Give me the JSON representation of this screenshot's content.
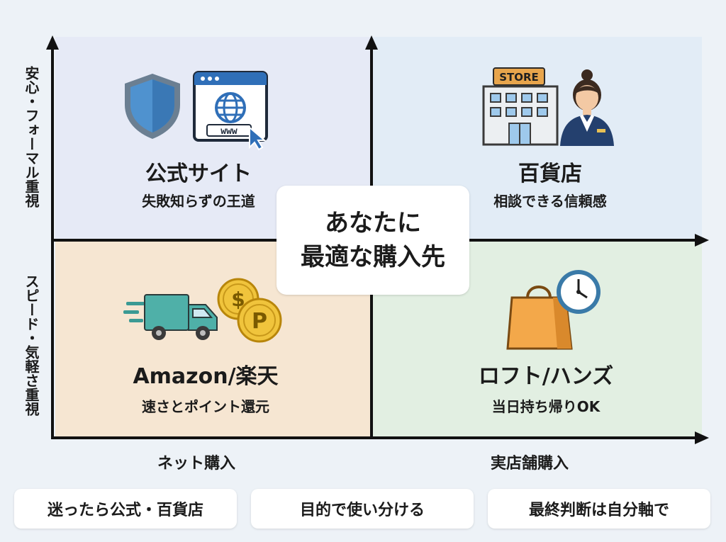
{
  "axes": {
    "y_top": "安心・フォーマル重視",
    "y_bottom": "スピード・気軽さ重視",
    "x_left": "ネット購入",
    "x_right": "実店舗購入"
  },
  "center": {
    "line1": "あなたに",
    "line2": "最適な購入先"
  },
  "quadrants": {
    "top_left": {
      "title": "公式サイト",
      "subtitle": "失敗知らずの王道",
      "icon_text": "www"
    },
    "top_right": {
      "title": "百貨店",
      "subtitle": "相談できる信頼感",
      "icon_text": "STORE"
    },
    "bottom_left": {
      "title": "Amazon/楽天",
      "subtitle": "速さとポイント還元",
      "coin1": "$",
      "coin2": "P"
    },
    "bottom_right": {
      "title": "ロフト/ハンズ",
      "subtitle": "当日持ち帰りOK"
    }
  },
  "footer": [
    "迷ったら公式・百貨店",
    "目的で使い分ける",
    "最終判断は自分軸で"
  ],
  "colors": {
    "quadrant_top_left": "#e6eaf6",
    "quadrant_top_right": "#e2ecf6",
    "quadrant_bottom_left": "#f6e6d2",
    "quadrant_bottom_right": "#e2efe2",
    "axis": "#111111"
  }
}
